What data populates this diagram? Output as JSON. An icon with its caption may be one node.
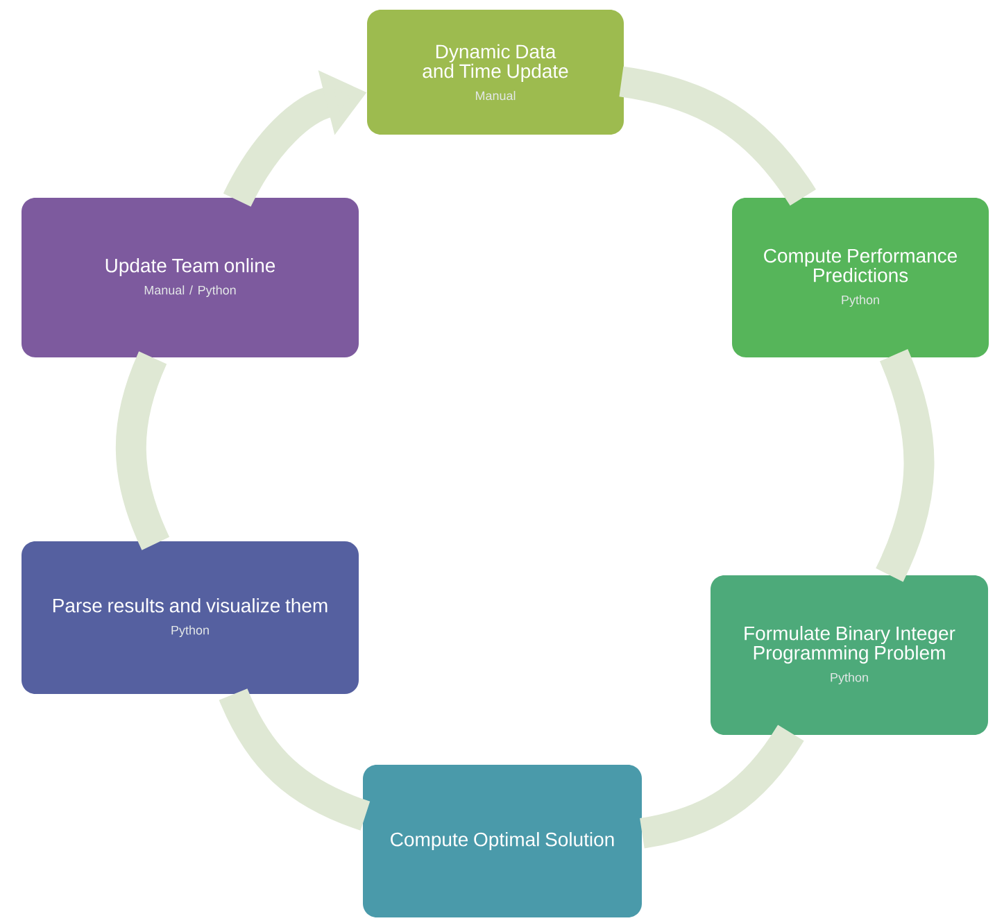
{
  "diagram": {
    "nodes": [
      {
        "text": [
          "Dynamic Data and Time Update",
          "Manual"
        ]
      },
      {
        "text": [
          "Update Team online",
          "Manual / Python"
        ]
      },
      {
        "text": [
          "Compute Performance Predictions",
          "Python"
        ]
      },
      {
        "text": [
          "Parse results and visualize them",
          "Python"
        ]
      },
      {
        "text": [
          "Formulate Binary Integer Programming Problem",
          "Python"
        ]
      },
      {
        "text": [
          "Compute Optimal Solution"
        ]
      }
    ],
    "edges": [
      {
        "from": 0,
        "to": 2,
        "arrow": "none"
      },
      {
        "from": 2,
        "to": 4,
        "arrow": "none"
      },
      {
        "from": 4,
        "to": 5,
        "arrow": "none"
      },
      {
        "from": 5,
        "to": 3,
        "arrow": "none"
      },
      {
        "from": 3,
        "to": 1,
        "arrow": "none"
      },
      {
        "from": 1,
        "to": 0,
        "arrow": "to"
      }
    ]
  }
}
